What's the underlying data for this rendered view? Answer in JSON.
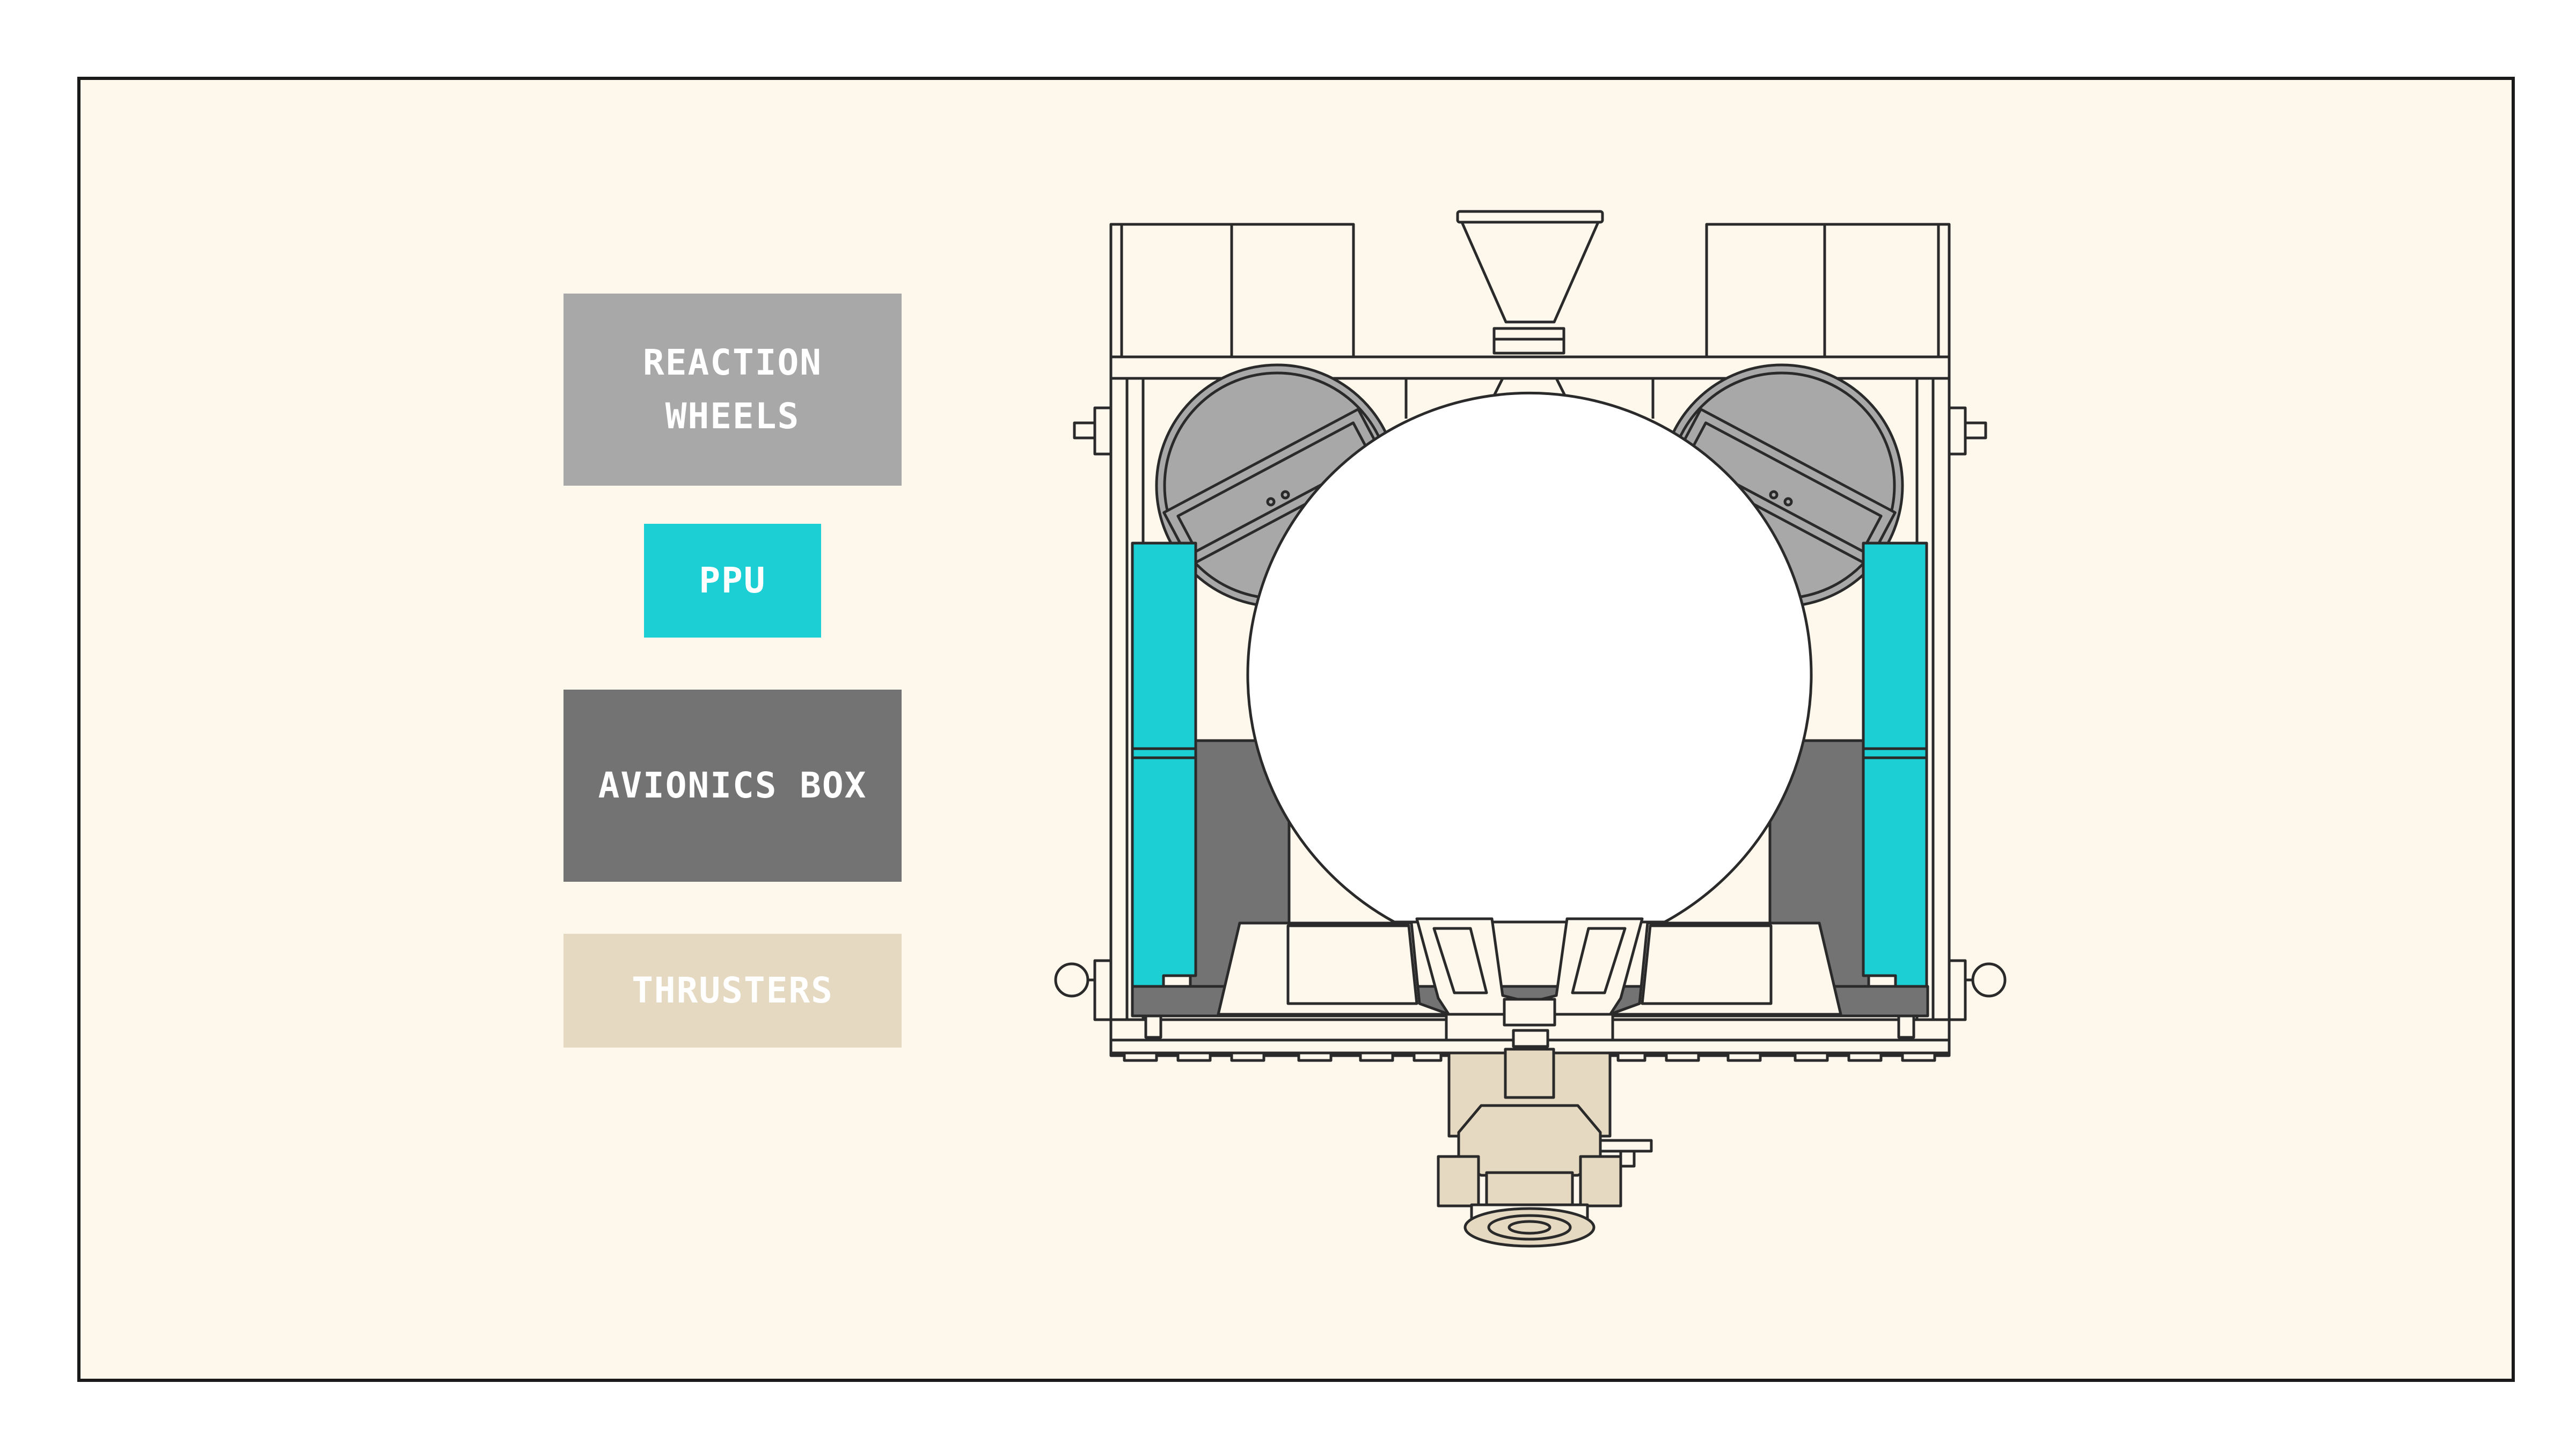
{
  "legend": {
    "reaction_wheels": {
      "label": "REACTION\nWHEELS",
      "color": "#a8a8a8"
    },
    "ppu": {
      "label": "PPU",
      "color": "#1ccfd4"
    },
    "avionics_box": {
      "label": "AVIONICS BOX",
      "color": "#737373"
    },
    "thrusters": {
      "label": "THRUSTERS",
      "color": "#e6d9c2"
    }
  },
  "colors": {
    "background": "#fdf7ec",
    "outline": "#2a2a2a",
    "tank_fill": "#ffffff"
  }
}
